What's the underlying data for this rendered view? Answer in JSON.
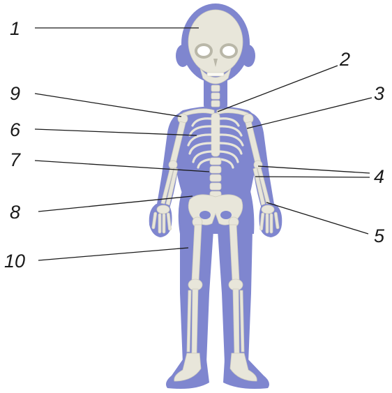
{
  "colors": {
    "body_silhouette": "#7f86cf",
    "bone": "#e8e6da",
    "leader_line": "#1a1a1a"
  },
  "callouts": [
    {
      "label": "1"
    },
    {
      "label": "2"
    },
    {
      "label": "3"
    },
    {
      "label": "4"
    },
    {
      "label": "5"
    },
    {
      "label": "6"
    },
    {
      "label": "7"
    },
    {
      "label": "8"
    },
    {
      "label": "9"
    },
    {
      "label": "10"
    }
  ]
}
